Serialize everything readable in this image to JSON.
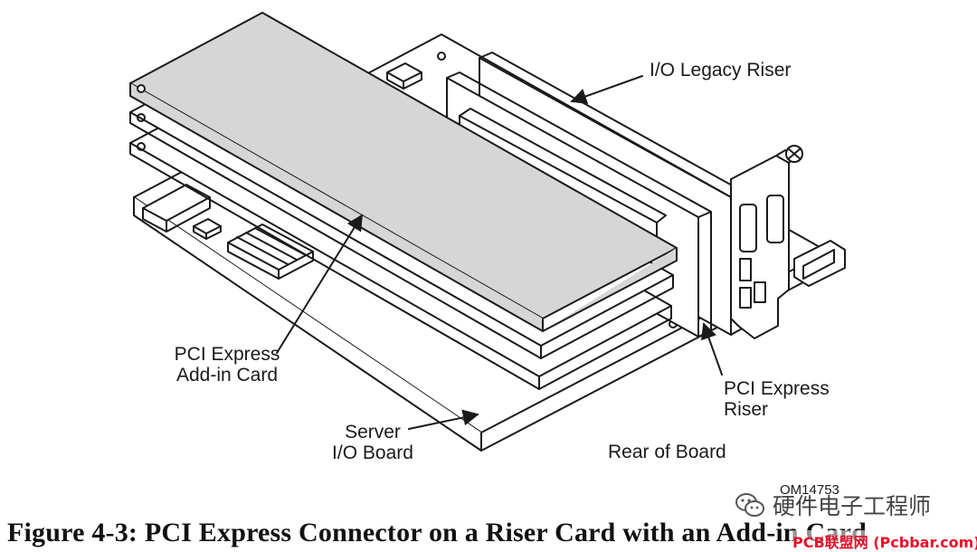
{
  "labels": {
    "io_legacy_riser": "I/O Legacy Riser",
    "pci_express_addin_card": [
      "PCI Express",
      "Add-in Card"
    ],
    "pci_express_riser": [
      "PCI Express",
      "Riser"
    ],
    "server_io_board": [
      "Server",
      "I/O Board"
    ],
    "rear_of_board": "Rear of Board",
    "figure_code": "OM14753"
  },
  "caption": "Figure 4-3:  PCI Express Connector on a Riser Card with an Add-in Card",
  "watermark": {
    "text": "硬件电子工程师",
    "icon": "wechat-icon"
  },
  "site_mark": "PCB联盟网 (Pcbbar.com)",
  "colors": {
    "card_fill": "#d6d6d6",
    "line": "#1a1a1a",
    "site_mark": "#e8102a"
  }
}
